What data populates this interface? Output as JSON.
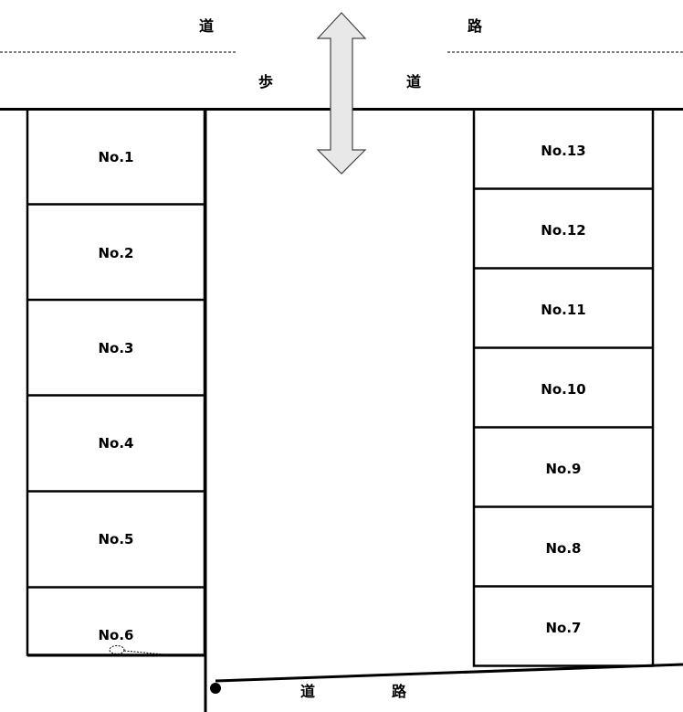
{
  "road_top": {
    "left": "道",
    "right": "路"
  },
  "sidewalk": {
    "left": "歩",
    "right": "道"
  },
  "road_bottom": {
    "left": "道",
    "right": "路"
  },
  "left_lots": [
    "No.1",
    "No.2",
    "No.3",
    "No.4",
    "No.5",
    "No.6"
  ],
  "right_lots": [
    "No.13",
    "No.12",
    "No.11",
    "No.10",
    "No.9",
    "No.8",
    "No.7"
  ]
}
